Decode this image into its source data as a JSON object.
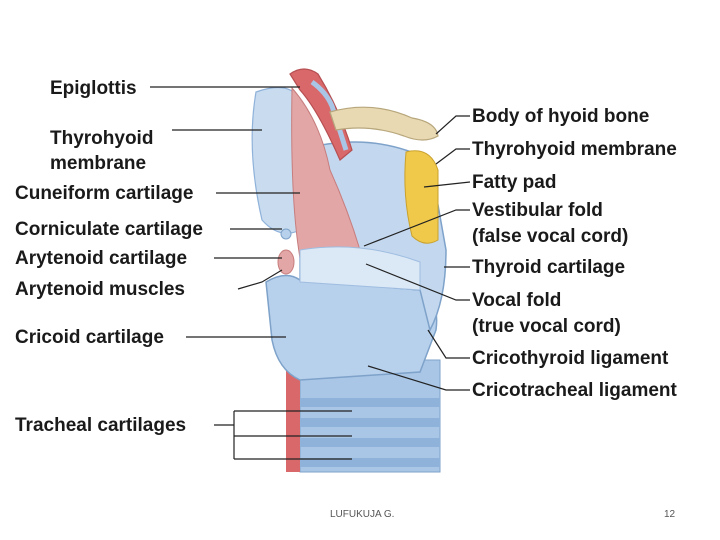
{
  "slide": {
    "footer_author": "LUFUKUJA G.",
    "page_number": "12"
  },
  "diagram": {
    "left_labels": {
      "epiglottis": "Epiglottis",
      "thyrohyoid_membrane_1": "Thyrohyoid",
      "thyrohyoid_membrane_2": "membrane",
      "cuneiform": "Cuneiform cartilage",
      "corniculate": "Corniculate cartilage",
      "arytenoid_cartilage": "Arytenoid cartilage",
      "arytenoid_muscles": "Arytenoid muscles",
      "cricoid": "Cricoid cartilage",
      "tracheal": "Tracheal cartilages"
    },
    "right_labels": {
      "hyoid": "Body of hyoid bone",
      "thyrohyoid_membrane": "Thyrohyoid membrane",
      "fatty_pad": "Fatty pad",
      "vestibular_1": "Vestibular fold",
      "vestibular_2": "(false vocal cord)",
      "thyroid": "Thyroid cartilage",
      "vocal_1": "Vocal fold",
      "vocal_2": "(true vocal cord)",
      "cricothyroid": "Cricothyroid ligament",
      "cricotracheal": "Cricotracheal ligament"
    }
  },
  "colors": {
    "cartilage_blue": "#a9c6e6",
    "membrane_blue": "#c9dcef",
    "muscle_pink": "#e3a6a6",
    "mucosa_red": "#d9686a",
    "bone_tan": "#e8d9b3",
    "fat_yellow": "#f0c94a",
    "leader_line": "#222222"
  }
}
